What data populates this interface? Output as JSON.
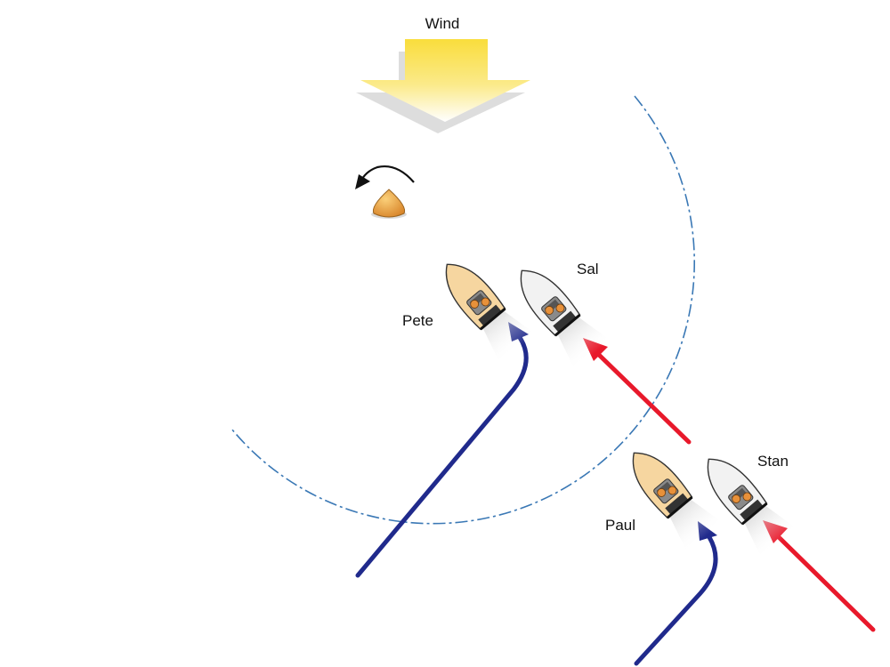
{
  "wind": {
    "label": "Wind",
    "color": "#f9e04f"
  },
  "mark": {
    "color": "#f0a646",
    "rounding_direction": "counter-clockwise"
  },
  "boats": [
    {
      "name": "Pete",
      "hull": "tan",
      "track": "blue"
    },
    {
      "name": "Sal",
      "hull": "white",
      "track": "red"
    },
    {
      "name": "Paul",
      "hull": "tan",
      "track": "blue"
    },
    {
      "name": "Stan",
      "hull": "white",
      "track": "red"
    }
  ],
  "colors": {
    "blue_track": "#202a8c",
    "red_track": "#e8192b",
    "zone_circle": "#3a78b5",
    "tan_hull": "#f6d6a0",
    "white_hull": "#f2f2f2"
  }
}
